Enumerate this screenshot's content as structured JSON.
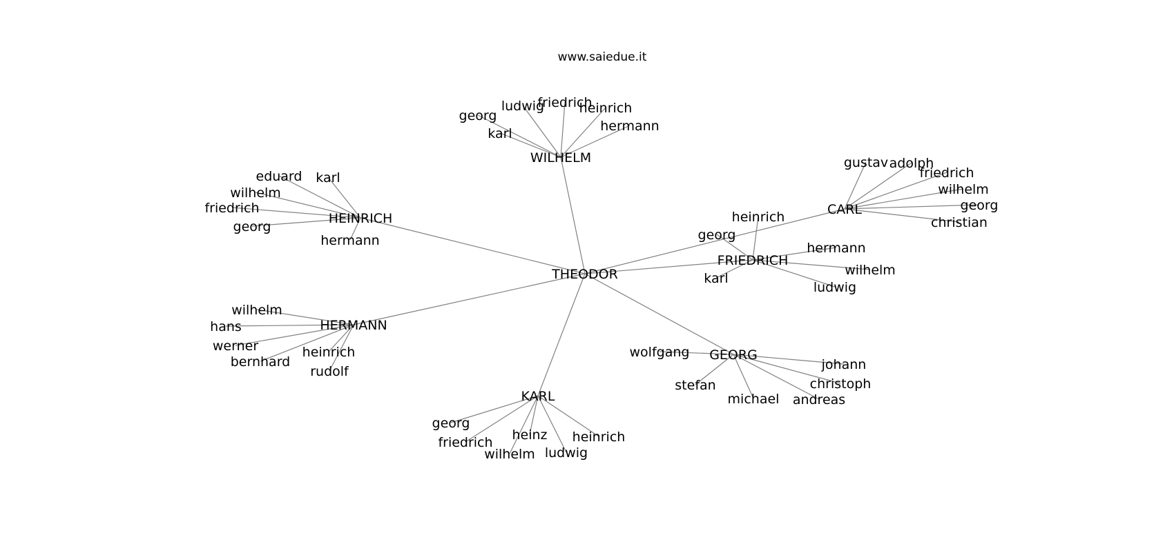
{
  "caption": "www.saiedue.it",
  "colors": {
    "edge": "#808080",
    "text": "#000000",
    "background": "#ffffff"
  },
  "graph": {
    "root": "THEODOR",
    "branches": [
      {
        "name": "WILHELM",
        "leaves": [
          "georg",
          "ludwig",
          "friedrich",
          "heinrich",
          "hermann",
          "karl"
        ]
      },
      {
        "name": "HEINRICH",
        "leaves": [
          "eduard",
          "karl",
          "wilhelm",
          "friedrich",
          "georg",
          "hermann"
        ]
      },
      {
        "name": "CARL",
        "leaves": [
          "gustav",
          "adolph",
          "friedrich",
          "wilhelm",
          "georg",
          "christian"
        ]
      },
      {
        "name": "FRIEDRICH",
        "leaves": [
          "heinrich",
          "georg",
          "hermann",
          "wilhelm",
          "ludwig",
          "karl"
        ]
      },
      {
        "name": "HERMANN",
        "leaves": [
          "wilhelm",
          "hans",
          "werner",
          "heinrich",
          "bernhard",
          "rudolf"
        ]
      },
      {
        "name": "GEORG",
        "leaves": [
          "wolfgang",
          "johann",
          "stefan",
          "christoph",
          "michael",
          "andreas"
        ]
      },
      {
        "name": "KARL",
        "leaves": [
          "georg",
          "friedrich",
          "heinz",
          "heinrich",
          "wilhelm",
          "ludwig"
        ]
      }
    ]
  }
}
